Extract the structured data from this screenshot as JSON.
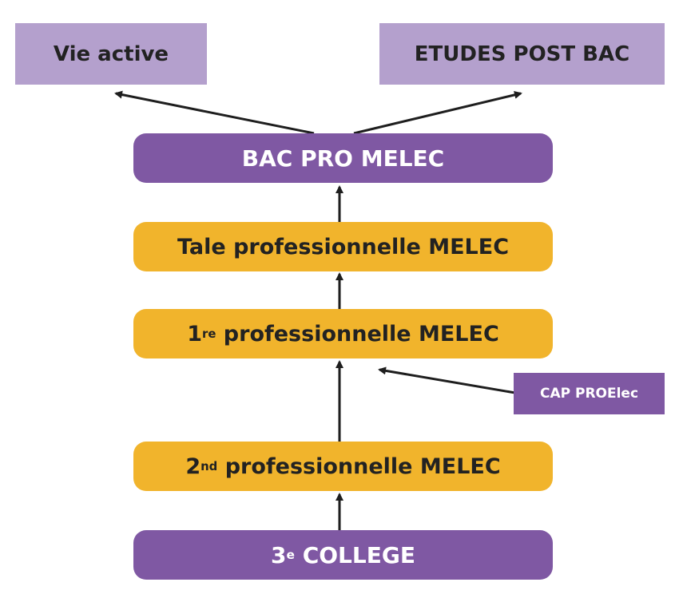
{
  "diagram": {
    "top_left": {
      "label": "Vie active"
    },
    "top_right": {
      "label": "ETUDES POST BAC"
    },
    "bac": {
      "label": "BAC PRO MELEC"
    },
    "terminale": {
      "label": "Tale professionnelle MELEC"
    },
    "premiere": {
      "prefix": "1",
      "sup": "re",
      "label": " professionnelle MELEC"
    },
    "seconde": {
      "prefix": "2",
      "sup": "nd",
      "label": " professionnelle MELEC"
    },
    "college": {
      "prefix": "3",
      "sup": "e",
      "label": " COLLEGE"
    },
    "cap": {
      "label": "CAP PROElec"
    }
  },
  "colors": {
    "lavender": "#b4a0cd",
    "purple": "#7f58a3",
    "yellow": "#f1b42c",
    "arrow": "#1e1e1e"
  }
}
